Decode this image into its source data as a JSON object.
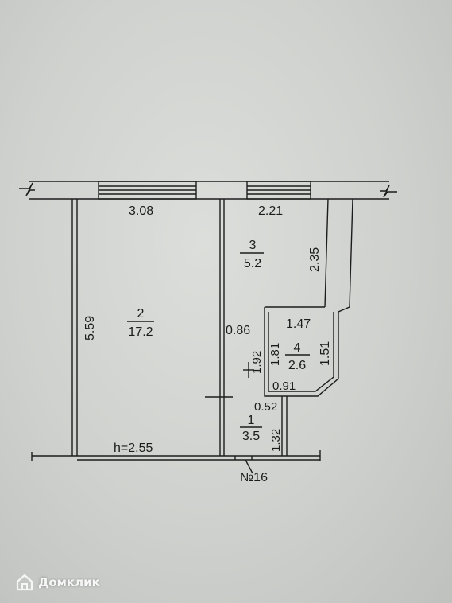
{
  "plan": {
    "rooms": [
      {
        "number": "2",
        "area": "17.2"
      },
      {
        "number": "3",
        "area": "5.2"
      },
      {
        "number": "4",
        "area": "2.6"
      },
      {
        "number": "1",
        "area": "3.5"
      }
    ],
    "dimensions": {
      "d308": "3.08",
      "d221": "2.21",
      "d559": "5.59",
      "d235": "2.35",
      "d086": "0.86",
      "d147": "1.47",
      "d192": "1.92",
      "d181": "1.81",
      "d151": "1.51",
      "d091": "0.91",
      "d052": "0.52",
      "d132": "1.32"
    },
    "height_label": "h=2.55",
    "apartment_number": "№16"
  },
  "watermark": {
    "text": "Домклик",
    "icon": "house-logo-icon"
  },
  "colors": {
    "ink": "#1c1c1c",
    "paper": "#d6d8d5"
  }
}
